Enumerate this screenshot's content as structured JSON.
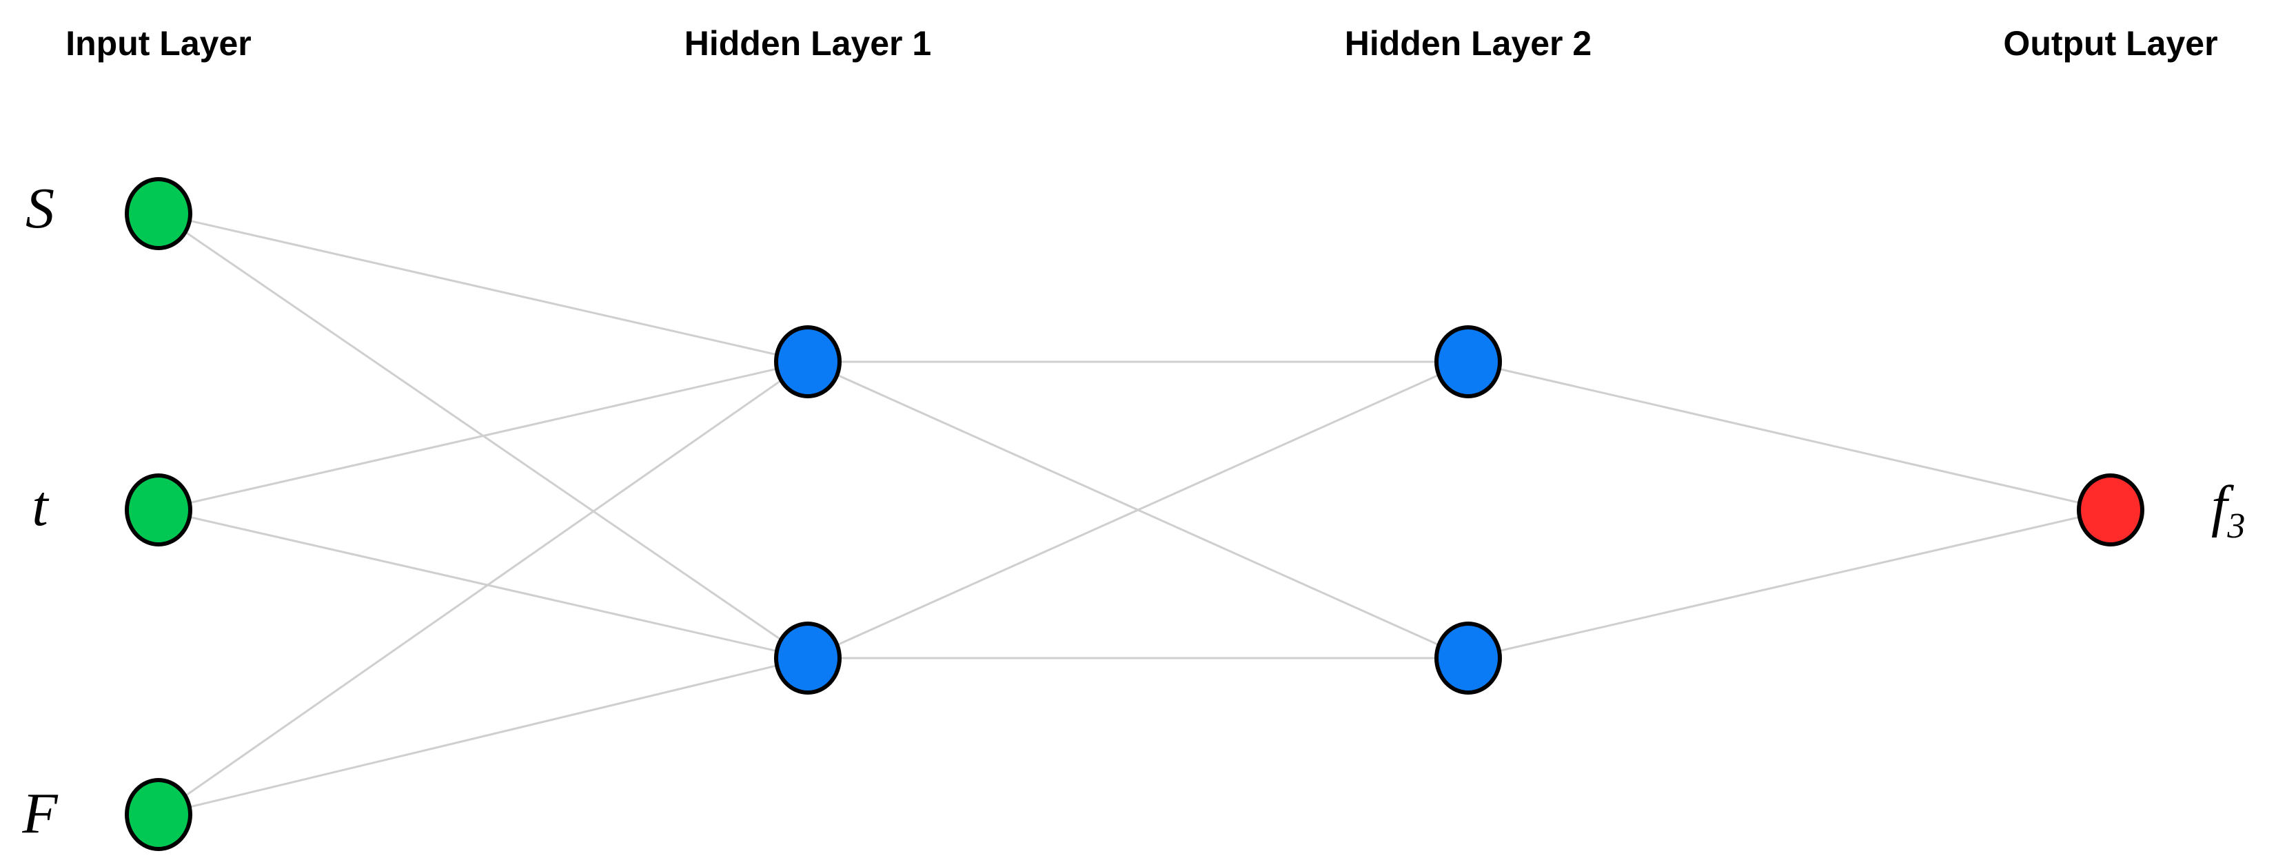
{
  "layers": [
    {
      "title": "Input Layer",
      "nodes": [
        {
          "label": "S"
        },
        {
          "label": "t"
        },
        {
          "label": "F"
        }
      ]
    },
    {
      "title": "Hidden Layer 1",
      "nodes": [
        {
          "label": ""
        },
        {
          "label": ""
        }
      ]
    },
    {
      "title": "Hidden Layer 2",
      "nodes": [
        {
          "label": ""
        },
        {
          "label": ""
        }
      ]
    },
    {
      "title": "Output Layer",
      "nodes": [
        {
          "label": "f",
          "sub": "3"
        }
      ]
    }
  ],
  "colors": {
    "input": "#00c853",
    "hidden": "#0a7af5",
    "output": "#ff2a2a",
    "edge": "#cfcfcf",
    "outline": "#000000"
  },
  "connections": "fully-connected"
}
